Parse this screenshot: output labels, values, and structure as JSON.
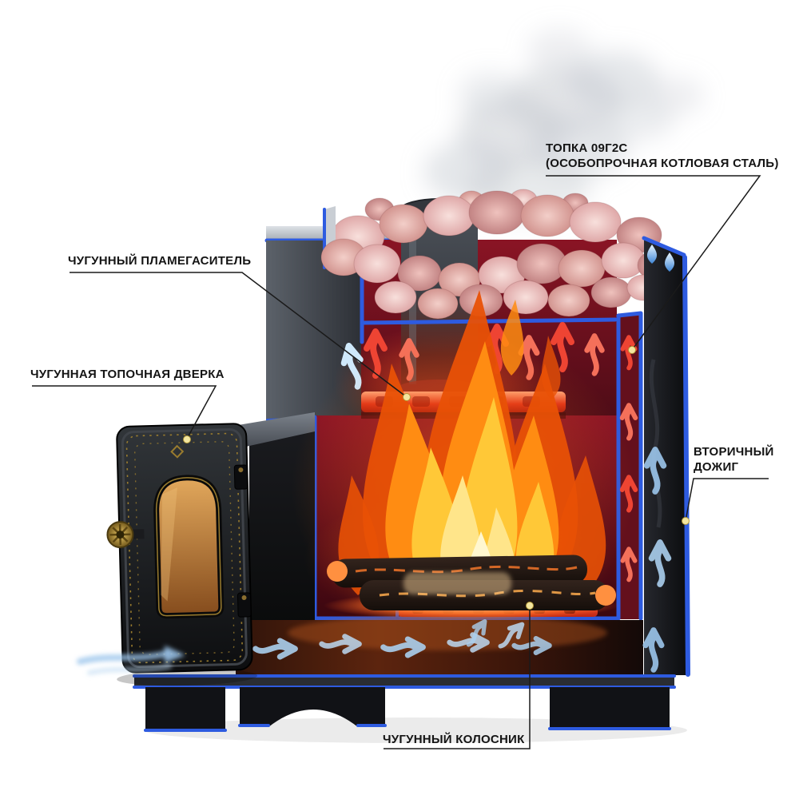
{
  "diagram": {
    "subject": "Cutaway illustration of a wood-burning sauna stove with airflow",
    "callouts": {
      "firebox_steel": {
        "line1": "ТОПКА 09Г2С",
        "line2": "(ОСОБОПРОЧНАЯ КОТЛОВАЯ СТАЛЬ)"
      },
      "flame_arrester": {
        "line1": "ЧУГУННЫЙ ПЛАМЕГАСИТЕЛЬ"
      },
      "firebox_door": {
        "line1": "ЧУГУННАЯ ТОПОЧНАЯ ДВЕРКА"
      },
      "secondary_afterburn": {
        "line1": "ВТОРИЧНЫЙ",
        "line2": "ДОЖИГ"
      },
      "grate": {
        "line1": "ЧУГУННЫЙ КОЛОСНИК"
      }
    },
    "colors": {
      "edge_blue": "#2e5be0",
      "flame_orange": "#ff8c12",
      "flame_yellow": "#ffd43b",
      "interior_red": "#7a1020",
      "stone_pink": "#eec4c0",
      "metal_dark": "#2b2e33",
      "callout_line": "#1a1a1a",
      "callout_dot": "#f3e6a0"
    }
  }
}
